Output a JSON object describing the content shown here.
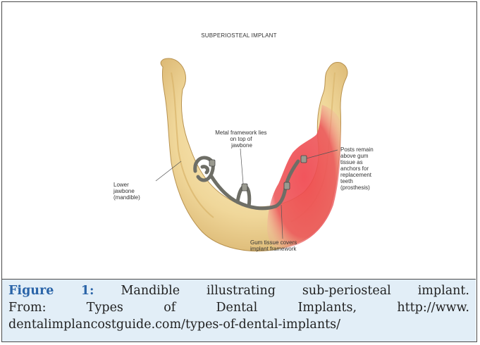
{
  "diagram": {
    "title": "SUBPERIOSTEAL IMPLANT",
    "labels": {
      "metal_framework": [
        "Metal framework lies",
        "on top of",
        "jawbone"
      ],
      "lower_jawbone": [
        "Lower",
        "jawbone",
        "(mandible)"
      ],
      "posts": [
        "Posts remain",
        "above gum",
        "tissue as",
        "anchors for",
        "replacement",
        "teeth",
        "(prosthesis)"
      ],
      "gum_tissue": [
        "Gum tissue covers",
        "implant framework"
      ]
    },
    "colors": {
      "bone": "#f0d79a",
      "bone_shadow": "#d9b46a",
      "gum": "#e8474a",
      "metal": "#6e6e66",
      "caption_bg": "#e2eef7",
      "figure_label": "#2a64a8"
    }
  },
  "caption": {
    "figure_label": "Figure 1:",
    "line1": " Mandible illustrating sub-periosteal implant.",
    "line2": "From: Types of Dental Implants, http://www.",
    "line3": "dentalimplancostguide.com/types-of-dental-implants/"
  }
}
